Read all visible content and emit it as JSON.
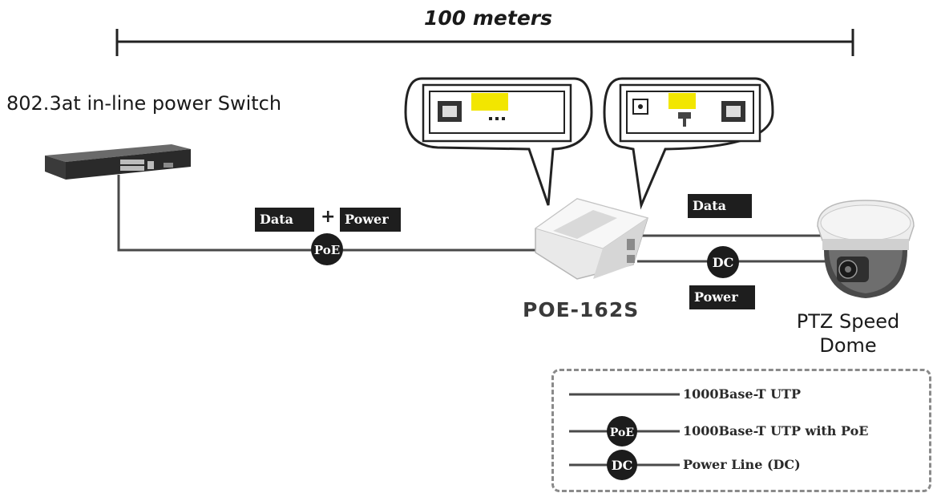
{
  "diagram": {
    "distance_label": "100 meters",
    "switch_label": "802.3at in-line power Switch",
    "injector_label": "POE-162S",
    "camera_label_line1": "PTZ Speed",
    "camera_label_line2": "Dome",
    "poe_badge": "PoE",
    "dc_badge": "DC",
    "tag_data_left": "Data",
    "tag_plus": "+",
    "tag_power_left": "Power",
    "tag_data_right": "Data",
    "tag_power_right": "Power"
  },
  "legend": {
    "items": [
      {
        "badge": "",
        "label": "1000Base-T UTP"
      },
      {
        "badge": "PoE",
        "label": "1000Base-T UTP with PoE"
      },
      {
        "badge": "DC",
        "label": "Power Line (DC)"
      }
    ]
  },
  "colors": {
    "line": "#4a4a4a",
    "tag_bg": "#1e1e1e",
    "accent_yellow": "#f2e600"
  }
}
